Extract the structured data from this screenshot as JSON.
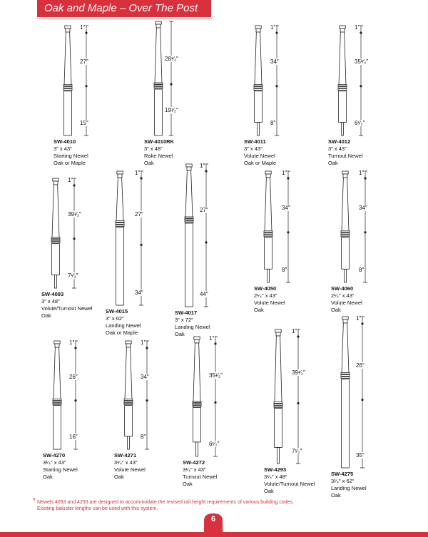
{
  "header": {
    "title": "Oak and Maple – Over The Post"
  },
  "posts": [
    {
      "model": "SW-4010",
      "size": "3″ x 43″",
      "type": "Starting Newel",
      "wood": "Oak or Maple",
      "dims": [
        "1″",
        "27″",
        "15″"
      ],
      "shape": "starting"
    },
    {
      "model": "SW-4010RK",
      "size": "3″ x 48″",
      "type": "Rake Newel",
      "wood": "Oak",
      "dims": [
        "28¹⁄₂″",
        "19¹⁄₂″"
      ],
      "shape": "rake"
    },
    {
      "model": "SW-4011",
      "size": "3″ x 43″",
      "type": "Volute Newel",
      "wood": "Oak or Maple",
      "dims": [
        "1″",
        "34″",
        "8″"
      ],
      "shape": "volute"
    },
    {
      "model": "SW-4012",
      "size": "3″ x 43″",
      "type": "Turnout Newel",
      "wood": "Oak",
      "dims": [
        "1″",
        "35³⁄₄″",
        "6¹⁄₂″"
      ],
      "shape": "turnout"
    },
    {
      "model": "SW-4093",
      "size": "3″ x 48″",
      "type": "Volute/Turnout Newel",
      "wood": "Oak",
      "dims": [
        "1″",
        "39¹⁄₂″",
        "7¹⁄₂″"
      ],
      "shape": "turnout"
    },
    {
      "model": "SW-4015",
      "size": "3″ x 62″",
      "type": "Landing Newel",
      "wood": "Oak or Maple",
      "dims": [
        "1″",
        "27″",
        "34″"
      ],
      "shape": "landing"
    },
    {
      "model": "SW-4017",
      "size": "3″ x 72″",
      "type": "Landing Newel",
      "wood": "Oak",
      "dims": [
        "1″",
        "27″",
        "44″"
      ],
      "shape": "landing"
    },
    {
      "model": "SW-4050",
      "size": "2¹⁄₄″ x 43″",
      "type": "Volute Newel",
      "wood": "Oak",
      "dims": [
        "1″",
        "34″",
        "8″"
      ],
      "shape": "volute"
    },
    {
      "model": "SW-4060",
      "size": "2¹⁄₄″ x 43″",
      "type": "Volute Newel",
      "wood": "Oak",
      "dims": [
        "1″",
        "34″",
        "8″"
      ],
      "shape": "volute"
    },
    {
      "model": "SW-4270",
      "size": "3¹⁄₄″ x 43″",
      "type": "Starting Newel",
      "wood": "Oak",
      "dims": [
        "1″",
        "26″",
        "16″"
      ],
      "shape": "starting"
    },
    {
      "model": "SW-4271",
      "size": "3¹⁄₄″ x 43″",
      "type": "Volute Newel",
      "wood": "Oak",
      "dims": [
        "1″",
        "34″",
        "8″"
      ],
      "shape": "volute"
    },
    {
      "model": "SW-4272",
      "size": "3¹⁄₄″ x 43″",
      "type": "Turnout Newel",
      "wood": "Oak",
      "dims": [
        "1″",
        "35¹⁄₂″",
        "6¹⁄₂″"
      ],
      "shape": "turnout"
    },
    {
      "model": "SW-4293",
      "size": "3¹⁄₄″ x 48″",
      "type": "Volute/Turnout Newel",
      "wood": "Oak",
      "dims": [
        "1″",
        "39¹⁄₂″",
        "7¹⁄₂″"
      ],
      "shape": "turnout"
    },
    {
      "model": "SW-4275",
      "size": "3¹⁄₄″ x 62″",
      "type": "Landing Newel",
      "wood": "Oak",
      "dims": [
        "1″",
        "26″",
        "35″"
      ],
      "shape": "landing"
    }
  ],
  "footnote": {
    "line1": "Newels 4093 and 4293 are designed to accommodate the revised rail height requirements of various building codes.",
    "line2": "Existing baluster lengths can be used with this system."
  },
  "page_number": "6",
  "colors": {
    "accent": "#d8303c"
  }
}
